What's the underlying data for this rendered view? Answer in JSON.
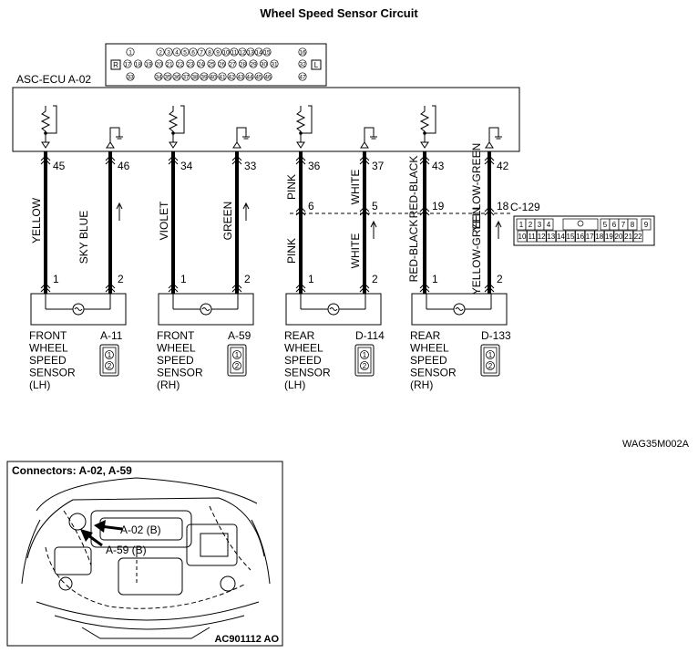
{
  "title": "Wheel Speed Sensor Circuit",
  "ecu": {
    "label": "ASC-ECU",
    "connector": "A-02",
    "face": {
      "row1": [
        "1",
        "2",
        "3",
        "4",
        "5",
        "6",
        "7",
        "8",
        "9",
        "10",
        "11",
        "12",
        "13",
        "14",
        "15",
        "16"
      ],
      "row2": [
        "17",
        "18",
        "19",
        "20",
        "21",
        "22",
        "23",
        "24",
        "25",
        "26",
        "27",
        "28",
        "29",
        "30",
        "31",
        "32"
      ],
      "row3": [
        "33",
        "34",
        "35",
        "36",
        "37",
        "38",
        "39",
        "40",
        "41",
        "42",
        "43",
        "44",
        "45",
        "46",
        "47"
      ],
      "left_key": "R",
      "right_key": "L"
    }
  },
  "junction": {
    "connector": "C-129",
    "pins": [
      "1",
      "2",
      "3",
      "4",
      "5",
      "6",
      "7",
      "8",
      "9",
      "10",
      "11",
      "12",
      "13",
      "14",
      "15",
      "16",
      "17",
      "18",
      "19",
      "20",
      "21",
      "22"
    ]
  },
  "sensors": [
    {
      "name": [
        "FRONT",
        "WHEEL",
        "SPEED",
        "SENSOR",
        "(LH)"
      ],
      "connector": "A-11",
      "ecu_pins": [
        "45",
        "46"
      ],
      "wire_colors": [
        "YELLOW",
        "SKY BLUE"
      ],
      "sensor_pins": [
        "1",
        "2"
      ],
      "junction_pins": []
    },
    {
      "name": [
        "FRONT",
        "WHEEL",
        "SPEED",
        "SENSOR",
        "(RH)"
      ],
      "connector": "A-59",
      "ecu_pins": [
        "34",
        "33"
      ],
      "wire_colors": [
        "VIOLET",
        "GREEN"
      ],
      "sensor_pins": [
        "1",
        "2"
      ],
      "junction_pins": []
    },
    {
      "name": [
        "REAR",
        "WHEEL",
        "SPEED",
        "SENSOR",
        "(LH)"
      ],
      "connector": "D-114",
      "ecu_pins": [
        "36",
        "37"
      ],
      "wire_colors": [
        "PINK",
        "WHITE"
      ],
      "sensor_pins": [
        "1",
        "2"
      ],
      "junction_pins": [
        "6",
        "5"
      ]
    },
    {
      "name": [
        "REAR",
        "WHEEL",
        "SPEED",
        "SENSOR",
        "(RH)"
      ],
      "connector": "D-133",
      "ecu_pins": [
        "43",
        "42"
      ],
      "wire_colors": [
        "RED-BLACK",
        "YELLOW-GREEN"
      ],
      "sensor_pins": [
        "1",
        "2"
      ],
      "junction_pins": [
        "19",
        "18"
      ]
    }
  ],
  "sensor_connector_pins": [
    "1",
    "2"
  ],
  "figure_code_top": "WAG35M002A",
  "locator": {
    "title": "Connectors: A-02, A-59",
    "callouts": [
      "A-02 (B)",
      "A-59 (B)"
    ],
    "figure_code": "AC901112 AO"
  }
}
